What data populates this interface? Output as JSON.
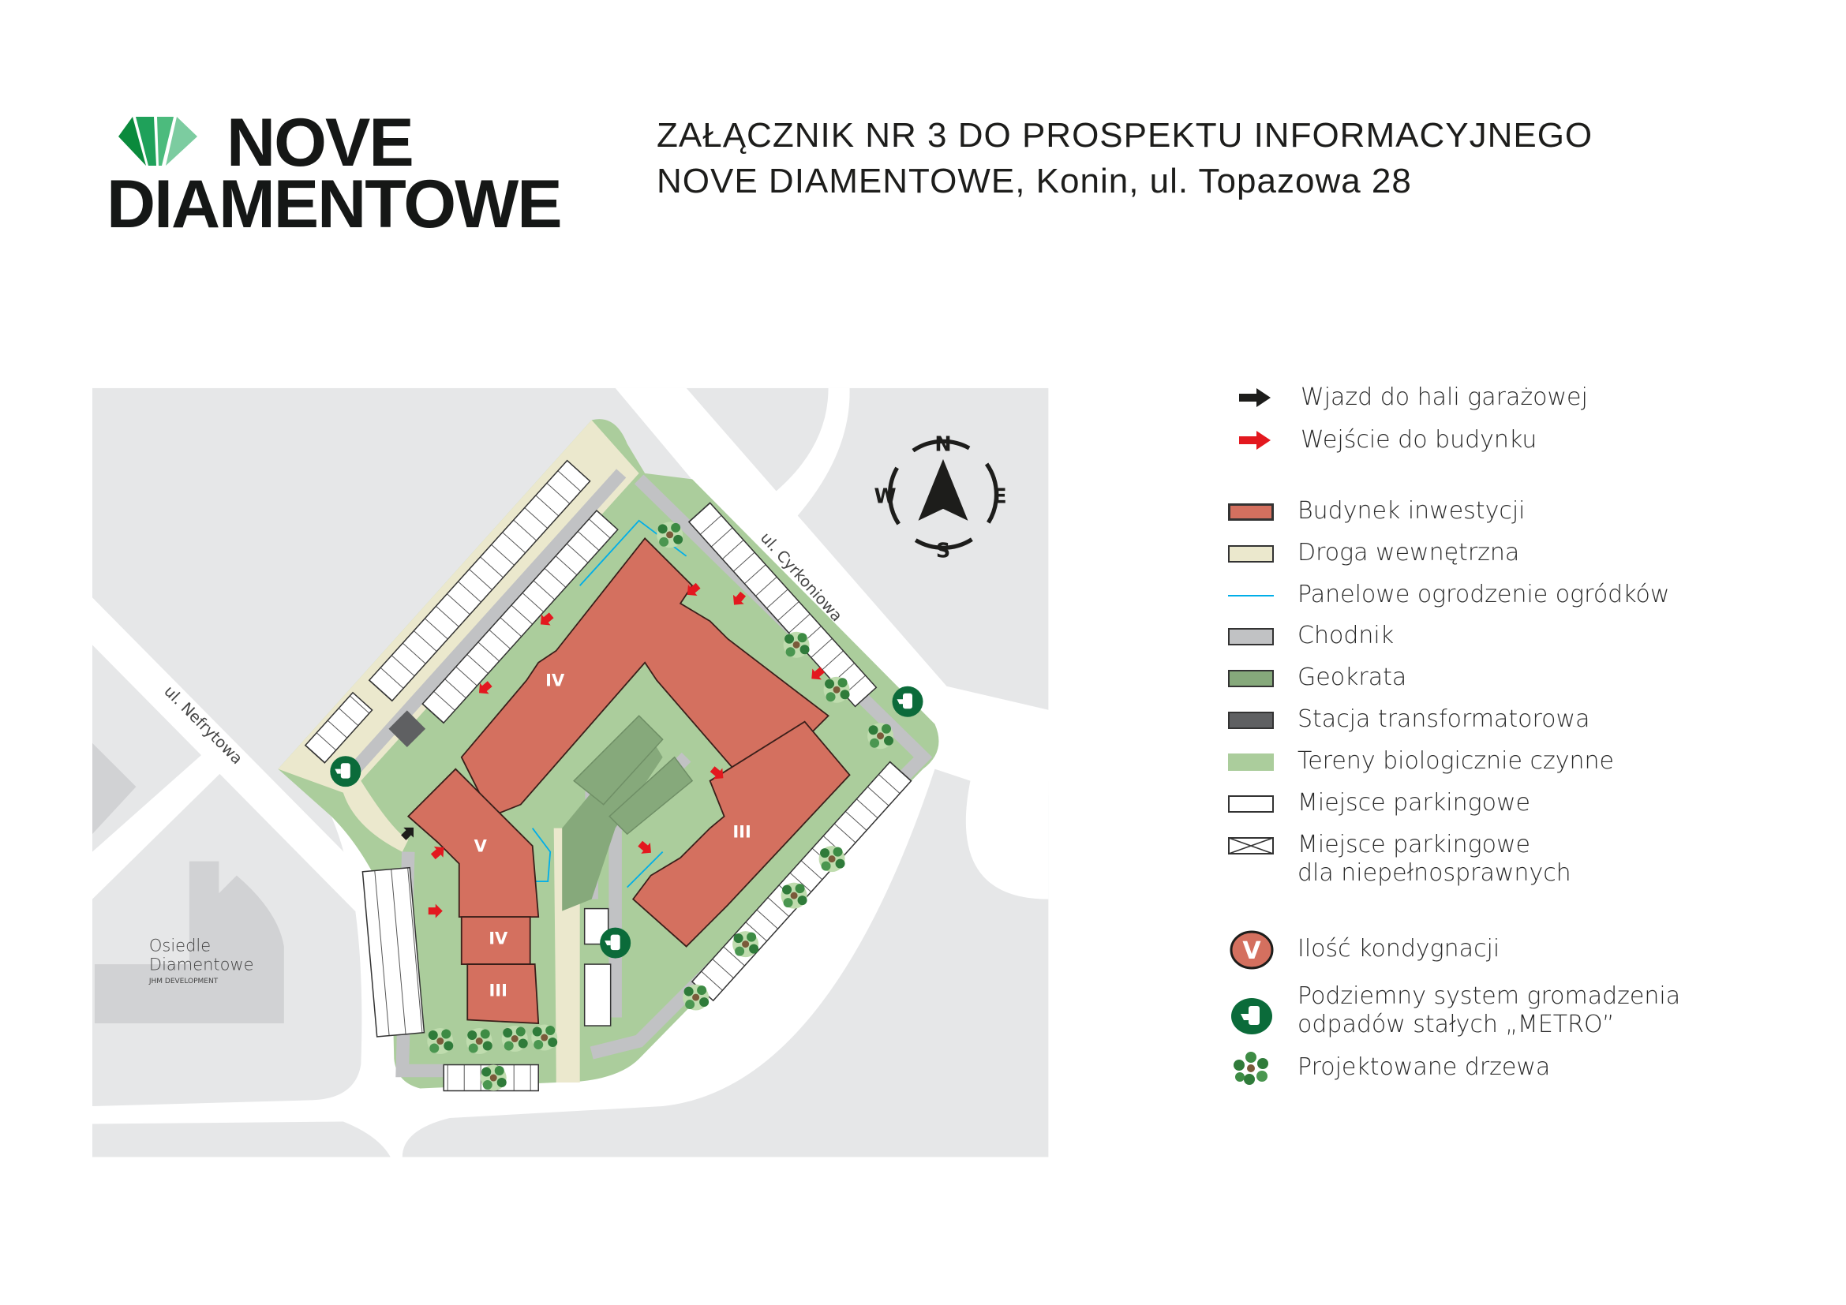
{
  "header": {
    "logo_line1": "NOVE",
    "logo_line2": "DIAMENTOWE",
    "title_line1": "ZAŁĄCZNIK NR 3 DO PROSPEKTU INFORMACYJNEGO",
    "title_line2": "NOVE DIAMENTOWE, Konin, ul. Topazowa 28"
  },
  "map": {
    "streets": {
      "nw": "ul. Nefrytowa",
      "ne": "ul. Cyrkoniowa"
    },
    "neighbour": {
      "name_line1": "Osiedle",
      "name_line2": "Diamentowe",
      "developer": "JHM DEVELOPMENT"
    },
    "buildings": [
      {
        "label": "IV"
      },
      {
        "label": "V"
      },
      {
        "label": "III"
      },
      {
        "label": "IV"
      },
      {
        "label": "III"
      }
    ],
    "compass": {
      "n": "N",
      "e": "E",
      "s": "S",
      "w": "W"
    }
  },
  "legend": {
    "items": [
      {
        "label": "Wjazd do hali garażowej",
        "icon": "black-arrow-icon"
      },
      {
        "label": "Wejście do budynku",
        "icon": "red-arrow-icon"
      },
      {
        "label": "Budynek inwestycji",
        "color": "#d4705f"
      },
      {
        "label": "Droga wewnętrzna",
        "color": "#ebe8cd"
      },
      {
        "label": "Panelowe ogrodzenie ogródków",
        "color": "#00aee8"
      },
      {
        "label": "Chodnik",
        "color": "#c1c2c4"
      },
      {
        "label": "Geokrata",
        "color": "#86a97b"
      },
      {
        "label": "Stacja transformatorowa",
        "color": "#5f6062"
      },
      {
        "label": "Tereny biologicznie czynne",
        "color": "#abcd9c"
      },
      {
        "label": "Miejsce parkingowe",
        "color": "#ffffff"
      },
      {
        "label_line1": "Miejsce parkingowe",
        "label_line2": "dla niepełnosprawnych"
      },
      {
        "label": "Ilość kondygnacji",
        "badge": "V"
      },
      {
        "label_line1": "Podziemny system gromadzenia",
        "label_line2": "odpadów stałych „METRO”",
        "color": "#0b6b3a"
      },
      {
        "label": "Projektowane drzewa"
      }
    ]
  }
}
